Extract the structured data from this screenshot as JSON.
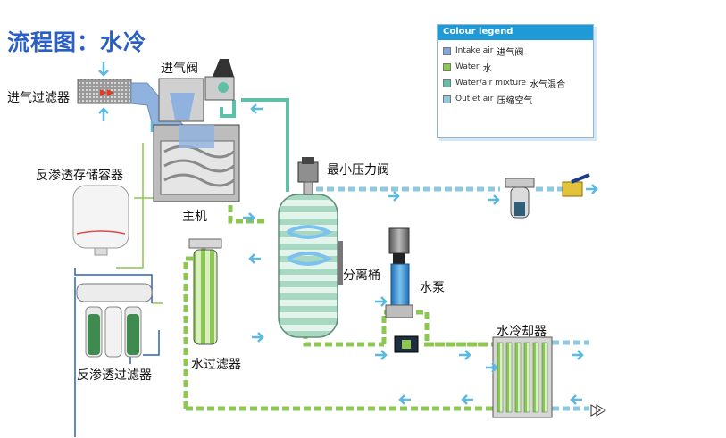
{
  "title": "流程图：水冷",
  "labels": {
    "intake_filter": "进气过滤器",
    "intake_valve": "进气阀",
    "ro_storage": "反渗透存储容器",
    "main_unit": "主机",
    "min_pressure_valve": "最小压力阀",
    "separator": "分离桶",
    "water_pump": "水泵",
    "water_filter": "水过滤器",
    "ro_filter": "反渗透过滤器",
    "water_cooler": "水冷却器"
  },
  "legend": {
    "title": "Colour legend",
    "items": [
      {
        "en": "Intake air",
        "zh": "进气阀",
        "color": "#7fa6d6"
      },
      {
        "en": "Water",
        "zh": "水",
        "color": "#8cc751"
      },
      {
        "en": "Water/air mixture",
        "zh": "水气混合",
        "color": "#5fc0a8"
      },
      {
        "en": "Outlet air",
        "zh": "压缩空气",
        "color": "#8dc7e0"
      }
    ]
  },
  "colors": {
    "intake_air": "#7fa6d6",
    "water": "#8cc751",
    "mixture": "#5fc0a8",
    "outlet_air": "#8dc7e0",
    "arrow": "#5cb9e0"
  }
}
